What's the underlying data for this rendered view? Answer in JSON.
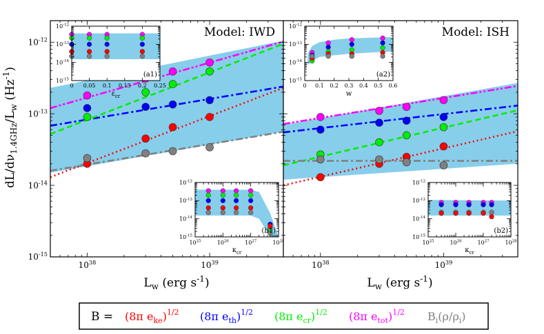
{
  "figure": {
    "ylabel_main": "dL/dν",
    "ylabel_sub": "1.4GHz",
    "ylabel_rest": "/L",
    "ylabel_w": "w",
    "ylabel_unit": " (Hz",
    "ylabel_exp": "-1",
    "ylabel_close": ")",
    "xlabel_main": "L",
    "xlabel_w": "w",
    "xlabel_unit": " (erg s",
    "xlabel_exp": "-1",
    "xlabel_close": ")"
  },
  "legend": {
    "prefix": "B =",
    "items": [
      {
        "base": "(8π e",
        "sub": "ke",
        "close": ")",
        "sup": "1/2",
        "color": "#ff0000"
      },
      {
        "base": "(8π e",
        "sub": "th",
        "close": ")",
        "sup": "1/2",
        "color": "#0000ff"
      },
      {
        "base": "(8π e",
        "sub": "cr",
        "close": ")",
        "sup": "1/2",
        "color": "#00ee00"
      },
      {
        "base": "(8π e",
        "sub": "tot",
        "close": ")",
        "sup": "1/2",
        "color": "#ff00ff"
      },
      {
        "base": "B",
        "sub": "i",
        "close": "(ρ/ρ",
        "sub2": "i",
        "close2": ")",
        "color": "#808080"
      }
    ]
  },
  "chart_data": [
    {
      "id": "IWD",
      "type": "scatter",
      "title": "Model: IWD",
      "log_x": true,
      "log_y": true,
      "xlim": [
        5e+37,
        4e+39
      ],
      "ylim": [
        1e-15,
        2e-12
      ],
      "band_color": "#87ceeb",
      "band": {
        "x": [
          5e+37,
          4e+39
        ],
        "lower": [
          1.5e-14,
          5.6e-14
        ],
        "upper": [
          2.3e-13,
          1.05e-12
        ]
      },
      "x": [
        1e+38,
        3e+38,
        5e+38,
        1e+39
      ],
      "series": [
        {
          "key": "ke",
          "color": "#ff0000",
          "style": "dotted",
          "values": [
            2e-14,
            4.5e-14,
            6.5e-14,
            9e-14
          ],
          "line": [
            1.3e-14,
            2.3e-13
          ]
        },
        {
          "key": "th",
          "color": "#0000ff",
          "style": "dashdot",
          "values": [
            1.2e-13,
            1.25e-13,
            1.35e-13,
            1.55e-13
          ],
          "line": [
            6.8e-14,
            2.4e-13
          ]
        },
        {
          "key": "cr",
          "color": "#00ee00",
          "style": "dashed",
          "values": [
            9e-14,
            2e-13,
            2.6e-13,
            3.9e-13
          ],
          "line": [
            5.2e-14,
            9.5e-13
          ]
        },
        {
          "key": "tot",
          "color": "#ff00ff",
          "style": "dashdotdot",
          "values": [
            1.8e-13,
            3.1e-13,
            3.9e-13,
            5.2e-13
          ],
          "line": [
            1.2e-13,
            1.02e-12
          ]
        },
        {
          "key": "gas",
          "color": "#808080",
          "style": "dashdot",
          "values": [
            2.4e-14,
            2.8e-14,
            3e-14,
            3.4e-14
          ],
          "line": [
            1.6e-14,
            5.6e-14
          ]
        }
      ],
      "insets": [
        {
          "id": "a1",
          "label": "(a1)",
          "xlabel": "ε",
          "xlabel_sub": "cr",
          "log_x": false,
          "xlim": [
            0,
            0.25
          ],
          "ylim": [
            1e-15,
            1e-12
          ],
          "xticks": [
            0,
            0.05,
            0.1,
            0.15,
            0.2,
            0.25
          ],
          "xticklabels": [
            "0",
            "0.05",
            "0.1",
            "0.15",
            "0.2",
            "0.25"
          ],
          "band": {
            "x": [
              0,
              0.25
            ],
            "lower": [
              1.5e-14,
              1.5e-14
            ],
            "upper": [
              4e-13,
              4e-13
            ]
          },
          "x": [
            0,
            0.05,
            0.1,
            0.2
          ],
          "series": [
            {
              "key": "tot",
              "color": "#ff00ff",
              "values": [
                3.5e-13,
                3.5e-13,
                3.5e-13,
                3.5e-13
              ]
            },
            {
              "key": "cr",
              "color": "#00ee00",
              "values": [
                2.2e-13,
                2.2e-13,
                2.2e-13,
                2.2e-13
              ]
            },
            {
              "key": "th",
              "color": "#0000ff",
              "values": [
                1e-13,
                1e-13,
                1e-13,
                1e-13
              ]
            },
            {
              "key": "ke",
              "color": "#ff0000",
              "values": [
                4e-14,
                4e-14,
                4e-14,
                4e-14
              ]
            },
            {
              "key": "gas",
              "color": "#808080",
              "values": [
                2.2e-14,
                2.2e-14,
                2.2e-14,
                2.2e-14
              ]
            }
          ]
        },
        {
          "id": "b1",
          "label": "(b1)",
          "xlabel": "κ",
          "xlabel_sub": "cr",
          "log_x": true,
          "xlim": [
            1e+25,
            1e+28
          ],
          "ylim": [
            1e-15,
            1e-12
          ],
          "xticks": [
            1e+25,
            1e+26,
            1e+27,
            1e+28
          ],
          "band": {
            "x": [
              1e+25,
              1e+26,
              1e+27,
              2e+27,
              5e+27,
              1e+28
            ],
            "lower": [
              1.5e-14,
              1.5e-14,
              1.5e-14,
              1e-14,
              1e-15,
              1e-15
            ],
            "upper": [
              4e-13,
              4e-13,
              4e-13,
              3e-13,
              2e-14,
              1e-15
            ]
          },
          "x": [
            3e+25,
            1e+26,
            3e+26,
            1e+27,
            5e+27
          ],
          "series": [
            {
              "key": "tot",
              "color": "#ff00ff",
              "values": [
                3.5e-13,
                3.5e-13,
                3.5e-13,
                3.5e-13,
                3e-15
              ]
            },
            {
              "key": "cr",
              "color": "#00ee00",
              "values": [
                2e-13,
                2e-13,
                2e-13,
                2e-13,
                2.2e-15
              ]
            },
            {
              "key": "th",
              "color": "#0000ff",
              "values": [
                1e-13,
                1e-13,
                1e-13,
                1e-13,
                5e-15
              ]
            },
            {
              "key": "ke",
              "color": "#ff0000",
              "values": [
                4e-14,
                4e-14,
                4e-14,
                4e-14,
                4e-15
              ]
            },
            {
              "key": "gas",
              "color": "#808080",
              "values": [
                2.2e-14,
                2.2e-14,
                2.2e-14,
                2.2e-14,
                1.6e-15
              ]
            }
          ]
        }
      ]
    },
    {
      "id": "ISH",
      "type": "scatter",
      "title": "Model: ISH",
      "log_x": true,
      "log_y": true,
      "xlim": [
        5e+37,
        4e+39
      ],
      "ylim": [
        1e-15,
        2e-12
      ],
      "band_color": "#87ceeb",
      "band": {
        "x": [
          5e+37,
          4e+39
        ],
        "lower": [
          1.2e-14,
          2e-14
        ],
        "upper": [
          7e-14,
          2.7e-13
        ]
      },
      "x": [
        1e+38,
        3e+38,
        5e+38,
        1e+39
      ],
      "series": [
        {
          "key": "ke",
          "color": "#ff0000",
          "style": "dotted",
          "values": [
            1.3e-14,
            2e-14,
            2.5e-14,
            3.5e-14
          ],
          "line": [
            1e-14,
            5.7e-14
          ]
        },
        {
          "key": "th",
          "color": "#0000ff",
          "style": "dashdot",
          "values": [
            6e-14,
            7.5e-14,
            8e-14,
            9e-14
          ],
          "line": [
            5.5e-14,
            1.3e-13
          ]
        },
        {
          "key": "cr",
          "color": "#00ee00",
          "style": "dashed",
          "values": [
            2.7e-14,
            4e-14,
            5e-14,
            6.5e-14
          ],
          "line": [
            1.9e-14,
            1.12e-13
          ]
        },
        {
          "key": "tot",
          "color": "#ff00ff",
          "style": "dashdotdot",
          "values": [
            9e-14,
            1.1e-13,
            1.25e-13,
            1.55e-13
          ],
          "line": [
            7.2e-14,
            2.45e-13
          ]
        },
        {
          "key": "gas",
          "color": "#808080",
          "style": "dashdot",
          "values": [
            2.3e-14,
            2.3e-14,
            2.1e-14,
            1.9e-14
          ],
          "line": [
            2.2e-14,
            2.2e-14
          ]
        }
      ],
      "insets": [
        {
          "id": "a2",
          "label": "(a2)",
          "xlabel": "w",
          "xlabel_sub": "",
          "log_x": false,
          "xlim": [
            0,
            0.6
          ],
          "ylim": [
            1e-15,
            1e-12
          ],
          "xticks": [
            0,
            0.1,
            0.2,
            0.3,
            0.4,
            0.5,
            0.6
          ],
          "xticklabels": [
            "0",
            "0.1",
            "0.2",
            "0.3",
            "0.4",
            "0.5",
            "0.6"
          ],
          "band": {
            "x": [
              0.02,
              0.05,
              0.1,
              0.2,
              0.3,
              0.45,
              0.6
            ],
            "lower": [
              7e-15,
              1.2e-14,
              2e-14,
              2.5e-14,
              3e-14,
              3.5e-14,
              4e-14
            ],
            "upper": [
              3e-14,
              8e-14,
              1.3e-13,
              1.8e-13,
              2.1e-13,
              2.3e-13,
              2.5e-13
            ]
          },
          "x": [
            0.05,
            0.16,
            0.32,
            0.53
          ],
          "series": [
            {
              "key": "tot",
              "color": "#ff00ff",
              "values": [
                3.5e-14,
                1.2e-13,
                1.8e-13,
                2.2e-13
              ]
            },
            {
              "key": "th",
              "color": "#0000ff",
              "values": [
                2.5e-14,
                7e-14,
                1e-13,
                1.2e-13
              ]
            },
            {
              "key": "cr",
              "color": "#00ee00",
              "values": [
                1.2e-14,
                4e-14,
                5e-14,
                6.5e-14
              ]
            },
            {
              "key": "ke",
              "color": "#ff0000",
              "values": [
                1.7e-14,
                3e-14,
                3e-14,
                3.5e-14
              ]
            },
            {
              "key": "gas",
              "color": "#808080",
              "values": [
                2.2e-14,
                2.2e-14,
                2.2e-14,
                2.2e-14
              ]
            }
          ]
        },
        {
          "id": "b2",
          "label": "(b2)",
          "xlabel": "κ",
          "xlabel_sub": "cr",
          "log_x": true,
          "xlim": [
            1e+25,
            1e+28
          ],
          "ylim": [
            1e-15,
            1e-12
          ],
          "xticks": [
            1e+25,
            1e+26,
            1e+27,
            1e+28
          ],
          "band": {
            "x": [
              1e+25,
              1e+28
            ],
            "lower": [
              1.5e-14,
              1.5e-14
            ],
            "upper": [
              1.1e-13,
              1e-13
            ]
          },
          "x": [
            3e+25,
            1e+26,
            3e+26,
            1e+27,
            2e+27
          ],
          "series": [
            {
              "key": "tot",
              "color": "#ff00ff",
              "values": [
                8e-14,
                8e-14,
                8e-14,
                8e-14,
                8e-14
              ]
            },
            {
              "key": "cr",
              "color": "#00ee00",
              "values": [
                6e-14,
                6e-14,
                6e-14,
                6e-14,
                6e-14
              ]
            },
            {
              "key": "th",
              "color": "#0000ff",
              "values": [
                6e-14,
                6e-14,
                6e-14,
                6e-14,
                6e-14
              ]
            },
            {
              "key": "gas",
              "color": "#808080",
              "values": [
                2.3e-14,
                2.3e-14,
                2.3e-14,
                2.3e-14,
                2.3e-14
              ]
            },
            {
              "key": "ke",
              "color": "#ff0000",
              "values": [
                2e-14,
                2e-14,
                2e-14,
                2e-14,
                1.3e-14
              ]
            }
          ]
        }
      ]
    }
  ]
}
